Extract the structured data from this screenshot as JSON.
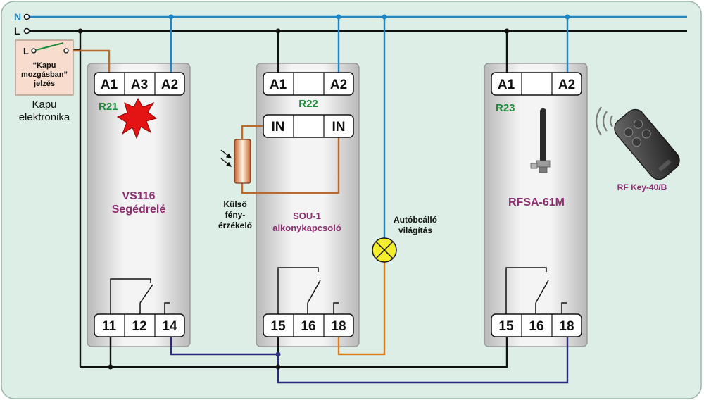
{
  "rails": {
    "n": "N",
    "l": "L"
  },
  "colors": {
    "background": "#dceee6",
    "neutral_wire": "#1f86c6",
    "live_wire": "#111111",
    "output_wire": "#2b2b7a",
    "lamp_wire": "#e07e1e",
    "sensor_wire": "#b86a2e",
    "lamp": "#f4ee2a",
    "relay_id": "#1e8a3a",
    "device_title": "#8a2c6e"
  },
  "gate_box": {
    "switch_label": "L",
    "line1": "“Kapu",
    "line2": "mozgásban”",
    "line3": "jelzés",
    "caption1": "Kapu",
    "caption2": "elektronika"
  },
  "relay1": {
    "id": "R21",
    "top_terminals": [
      "A1",
      "A3",
      "A2"
    ],
    "bottom_terminals": [
      "11",
      "12",
      "14"
    ],
    "title1": "VS116",
    "title2": "Segédrelé"
  },
  "relay2": {
    "id": "R22",
    "top_terminals": [
      "A1",
      "",
      "A2"
    ],
    "input_terminals": [
      "IN",
      "",
      "IN"
    ],
    "bottom_terminals": [
      "15",
      "16",
      "18"
    ],
    "title1": "SOU-1",
    "title2": "alkonykapcsoló"
  },
  "relay3": {
    "id": "R23",
    "top_terminals": [
      "A1",
      "",
      "A2"
    ],
    "bottom_terminals": [
      "15",
      "16",
      "18"
    ],
    "title1": "RFSA-61M"
  },
  "sensor": {
    "line1": "Külső",
    "line2": "fény-",
    "line3": "érzékelő"
  },
  "lamp": {
    "line1": "Autóbeálló",
    "line2": "világítás"
  },
  "remote": {
    "label": "RF Key-40/B"
  }
}
